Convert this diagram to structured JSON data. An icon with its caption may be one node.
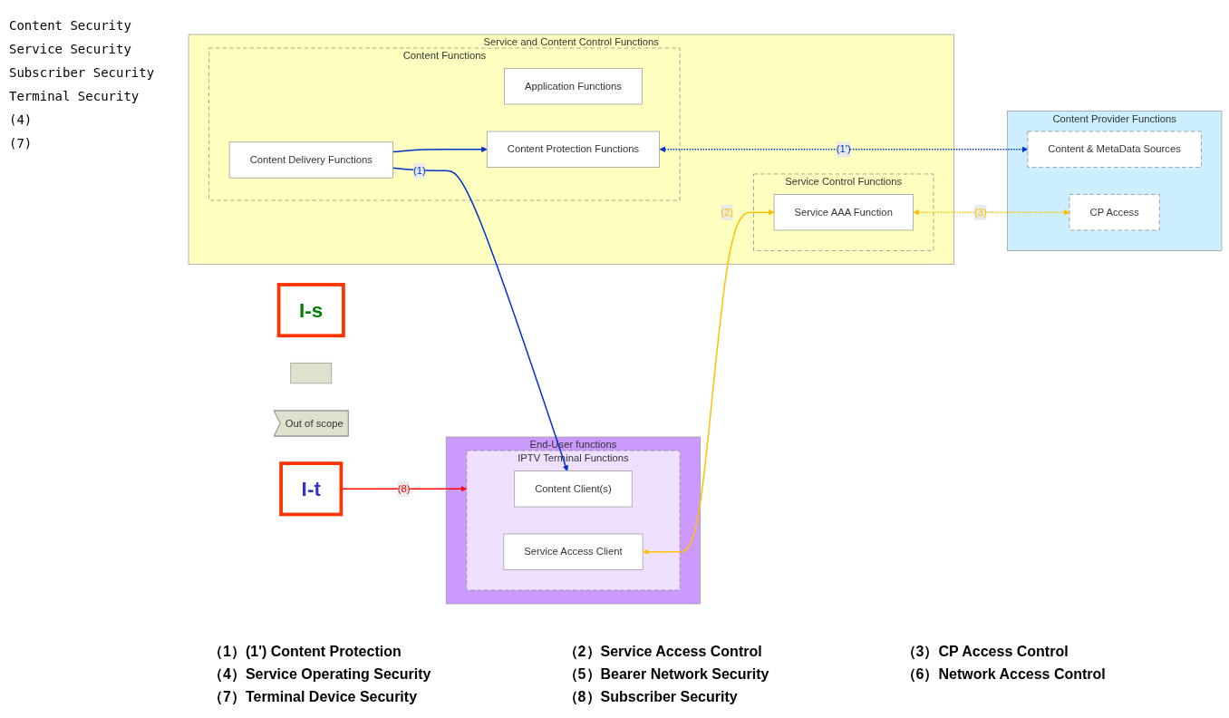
{
  "diagram": {
    "nodes": [
      {
        "text": [
          "End-User functions"
        ]
      },
      {
        "text": [
          "IPTV Terminal Functions"
        ],
        "in": 0
      },
      {
        "text": [
          "Content Client(s)"
        ],
        "in": 1
      },
      {
        "text": [
          "Service Access Client"
        ],
        "in": 1
      },
      {
        "text": [
          "I-t"
        ]
      },
      {
        "text": [
          "Service and Content Control Functions"
        ]
      },
      {
        "text": [
          "Content Functions"
        ],
        "in": 5
      },
      {
        "text": [
          "Application Functions"
        ],
        "in": 6
      },
      {
        "text": [
          "Content Delivery Functions"
        ],
        "in": 6
      },
      {
        "text": [
          "Content Protection Functions"
        ],
        "in": 6
      },
      {
        "text": [
          "I-s"
        ]
      },
      {
        "text": [
          "Service Control Functions"
        ],
        "in": 5
      },
      {
        "text": [
          "Service AAA Function"
        ],
        "in": 11
      },
      {
        "text": [
          "Content Provider Functions"
        ]
      },
      {
        "text": [
          "Content & MetaData Sources"
        ],
        "in": 13
      },
      {
        "text": [
          "CP Access"
        ],
        "in": 13
      },
      {
        "text": [],
        "shape": "box"
      },
      {
        "text": [
          "Out of scope"
        ]
      }
    ],
    "edges": [
      {
        "from": 8,
        "to": 2,
        "arrow": "to",
        "label": "(1)"
      },
      {
        "from": 8,
        "to": 9,
        "arrow": "to"
      },
      {
        "from": 9,
        "to": 14,
        "arrow": "both",
        "label": "(1')",
        "style": "dashed"
      },
      {
        "from": 3,
        "to": 12,
        "arrow": "both",
        "label": "(2)",
        "color": "#ffc000"
      },
      {
        "from": 12,
        "to": 15,
        "arrow": "both",
        "label": "(3)",
        "style": "dashed",
        "color": "#ffc000"
      },
      {
        "from": 4,
        "to": 1,
        "arrow": "to",
        "label": "(8)",
        "color": "#ff0000"
      }
    ],
    "labels": [
      "Content Security",
      "Service Security",
      "Subscriber Security",
      "Terminal Security",
      "(4)",
      "(7)",
      "（1）(1') Content Protection",
      "（2）Service Access Control",
      "（3）CP Access Control",
      "（4）Service Operating Security",
      "（5）Bearer Network Security",
      "（6）Network Access Control",
      "（7）Terminal Device Security",
      "（8）Subscriber Security"
    ]
  }
}
